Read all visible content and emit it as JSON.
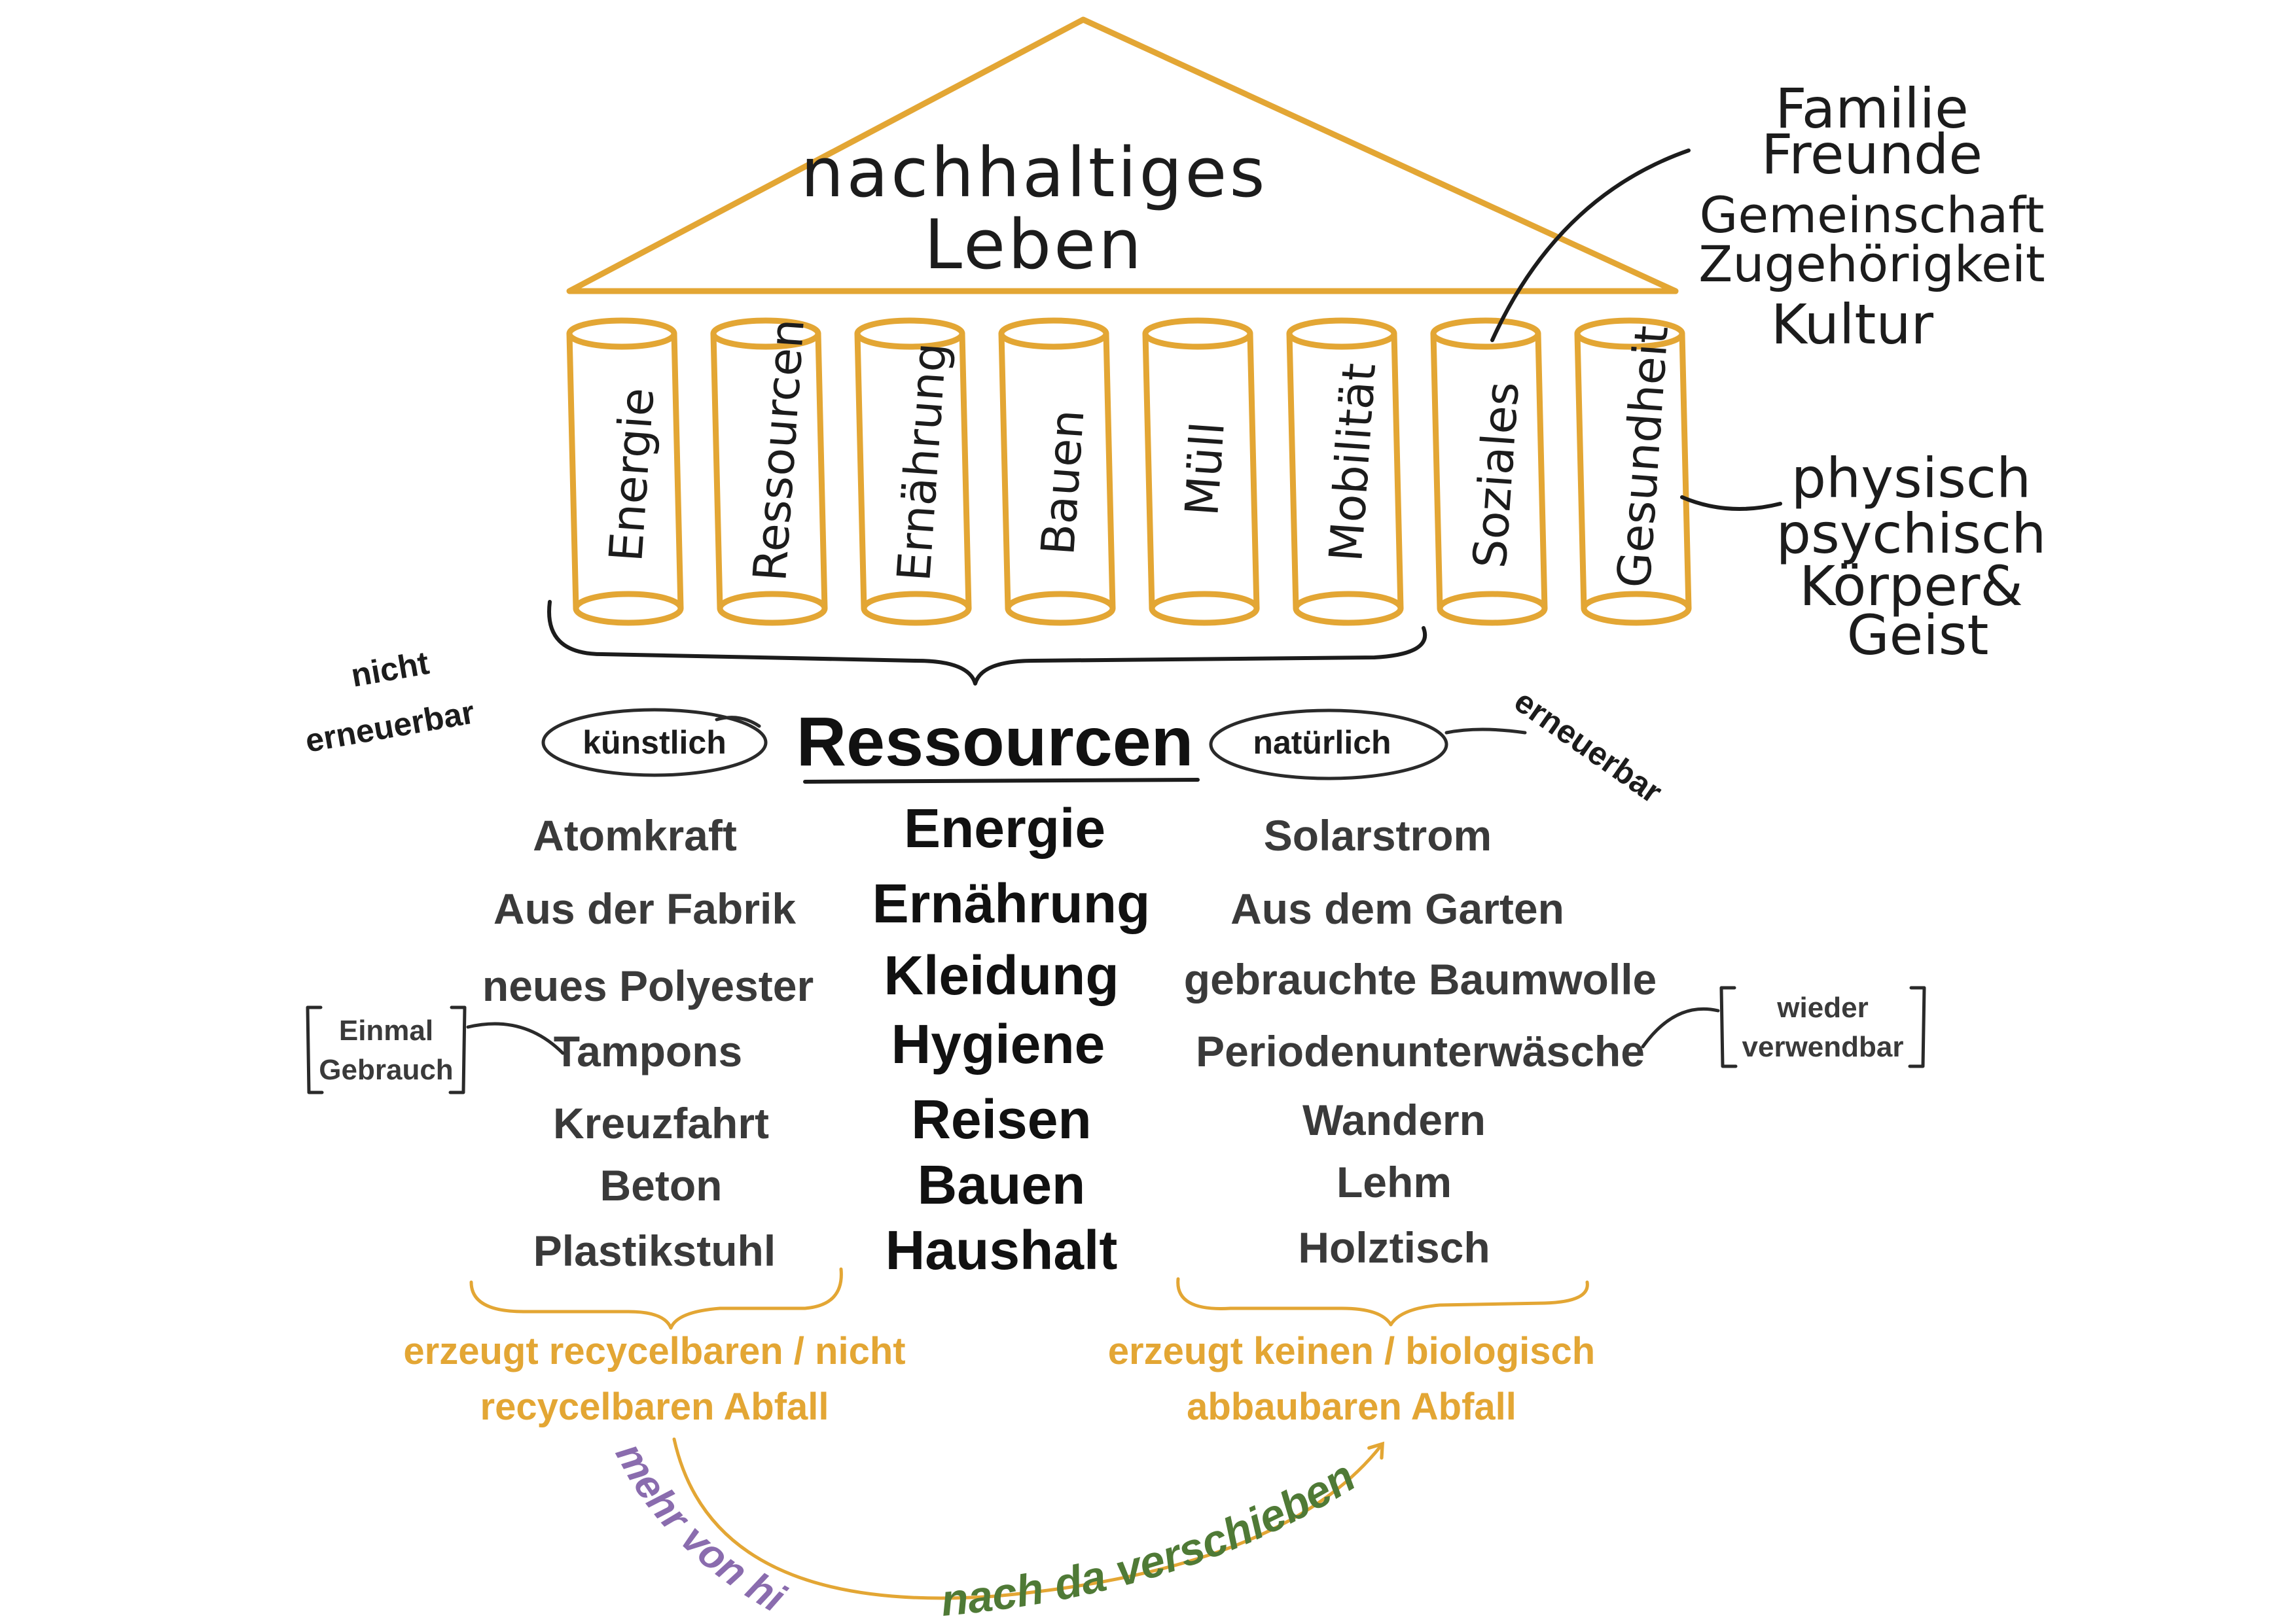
{
  "roof": {
    "line1": "nachhaltiges",
    "line2": "Leben"
  },
  "pillars": [
    {
      "label": "Energie"
    },
    {
      "label": "Ressourcen"
    },
    {
      "label": "Ernährung"
    },
    {
      "label": "Bauen"
    },
    {
      "label": "Müll"
    },
    {
      "label": "Mobilität"
    },
    {
      "label": "Soziales"
    },
    {
      "label": "Gesundheit"
    }
  ],
  "soziales_note": [
    "Familie",
    "Freunde",
    "Gemeinschaft",
    "Zugehörigkeit",
    "Kultur"
  ],
  "gesundheit_note": [
    "physisch",
    "psychisch",
    "Körper&",
    "Geist"
  ],
  "resources": {
    "heading": "Ressourcen",
    "left_oval": "künstlich",
    "right_oval": "natürlich",
    "left_note_line1": "nicht",
    "left_note_line2": "erneuerbar",
    "right_note": "erneuerbar",
    "rows": [
      {
        "left": "Atomkraft",
        "center": "Energie",
        "right": "Solarstrom"
      },
      {
        "left": "Aus der Fabrik",
        "center": "Ernährung",
        "right": "Aus dem Garten"
      },
      {
        "left": "neues Polyester",
        "center": "Kleidung",
        "right": "gebrauchte Baumwolle"
      },
      {
        "left": "Tampons",
        "center": "Hygiene",
        "right": "Periodenunterwäsche"
      },
      {
        "left": "Kreuzfahrt",
        "center": "Reisen",
        "right": "Wandern"
      },
      {
        "left": "Beton",
        "center": "Bauen",
        "right": "Lehm"
      },
      {
        "left": "Plastikstuhl",
        "center": "Haushalt",
        "right": "Holztisch"
      }
    ],
    "left_bracket_line1": "Einmal",
    "left_bracket_line2": "Gebrauch",
    "right_bracket_line1": "wieder",
    "right_bracket_line2": "verwendbar"
  },
  "waste": {
    "left_line1": "erzeugt recycelbaren / nicht",
    "left_line2": "recycelbaren Abfall",
    "right_line1": "erzeugt keinen / biologisch",
    "right_line2": "abbaubaren Abfall"
  },
  "arrow": {
    "from_label": "mehr von hier",
    "to_label": "nach da verschieben"
  },
  "colors": {
    "accent": "#e3a634",
    "ink": "#1c1c1c",
    "purple": "#8a6cae",
    "green": "#4f7a36"
  }
}
